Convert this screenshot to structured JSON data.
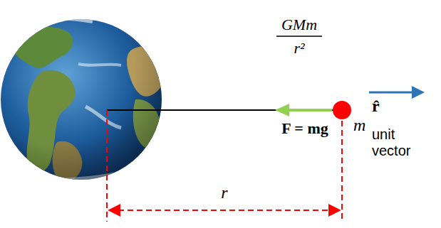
{
  "diagram": {
    "labels": [
      "GMm",
      "r²",
      "F = mg",
      "m",
      "r̂",
      "unit vector",
      "r"
    ]
  }
}
